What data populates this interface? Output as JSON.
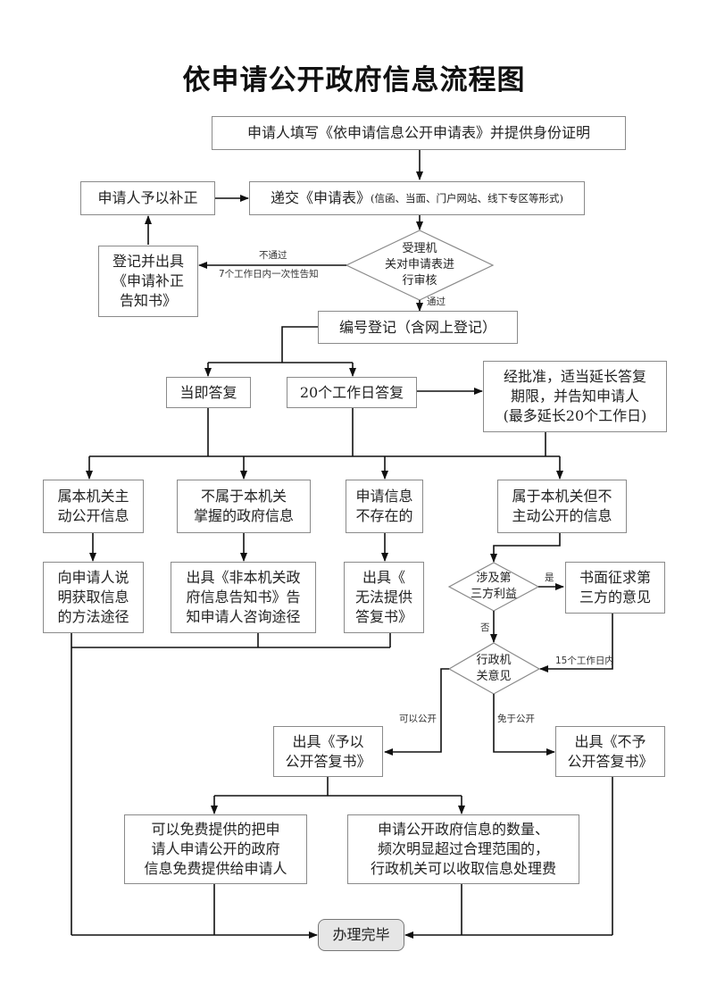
{
  "title": "依申请公开政府信息流程图",
  "nodes": {
    "fill_form": "申请人填写《依申请信息公开申请表》并提供身份证明",
    "submit_main": "递交《申请表》",
    "submit_sub": "(信函、当面、门户网站、线下专区等形式)",
    "correct": "申请人予以补正",
    "notice_correct": [
      "登记并出具",
      "《申请补正",
      "告知书》"
    ],
    "review": [
      "受理机",
      "关对申请表进",
      "行审核"
    ],
    "register": "编号登记（含网上登记）",
    "instant_reply": "当即答复",
    "reply_20": "20个工作日答复",
    "extend": [
      "经批准，适当延长答复",
      "期限，并告知申请人",
      "(最多延长20个工作日)"
    ],
    "cat_active": [
      "属本机关主",
      "动公开信息"
    ],
    "cat_not_ours": [
      "不属于本机关",
      "掌握的政府信息"
    ],
    "cat_not_exist": [
      "申请信息",
      "不存在的"
    ],
    "cat_not_active": [
      "属于本机关但不",
      "主动公开的信息"
    ],
    "res_active": [
      "向申请人说",
      "明获取信息",
      "的方法途径"
    ],
    "res_not_ours": [
      "出具《非本机关政",
      "府信息告知书》告",
      "知申请人咨询途径"
    ],
    "res_not_exist": [
      "出具《",
      "无法提供",
      "答复书》"
    ],
    "third_party": [
      "涉及第",
      "三方利益"
    ],
    "solicit": [
      "书面征求第",
      "三方的意见"
    ],
    "admin_opinion": [
      "行政机",
      "关意见"
    ],
    "disclose": [
      "出具《予以",
      "公开答复书》"
    ],
    "not_disclose": [
      "出具《不予",
      "公开答复书》"
    ],
    "free": [
      "可以免费提供的把申",
      "请人申请公开的政府",
      "信息免费提供给申请人"
    ],
    "fee": [
      "申请公开政府信息的数量、",
      "频次明显超过合理范围的，",
      "行政机关可以收取信息处理费"
    ],
    "done": "办理完毕"
  },
  "edge_labels": {
    "fail": "不通过",
    "fail_note": "7个工作日内一次性告知",
    "pass": "通过",
    "yes": "是",
    "no": "否",
    "days15": "15个工作日内",
    "can_disclose": "可以公开",
    "exempt": "免于公开"
  }
}
